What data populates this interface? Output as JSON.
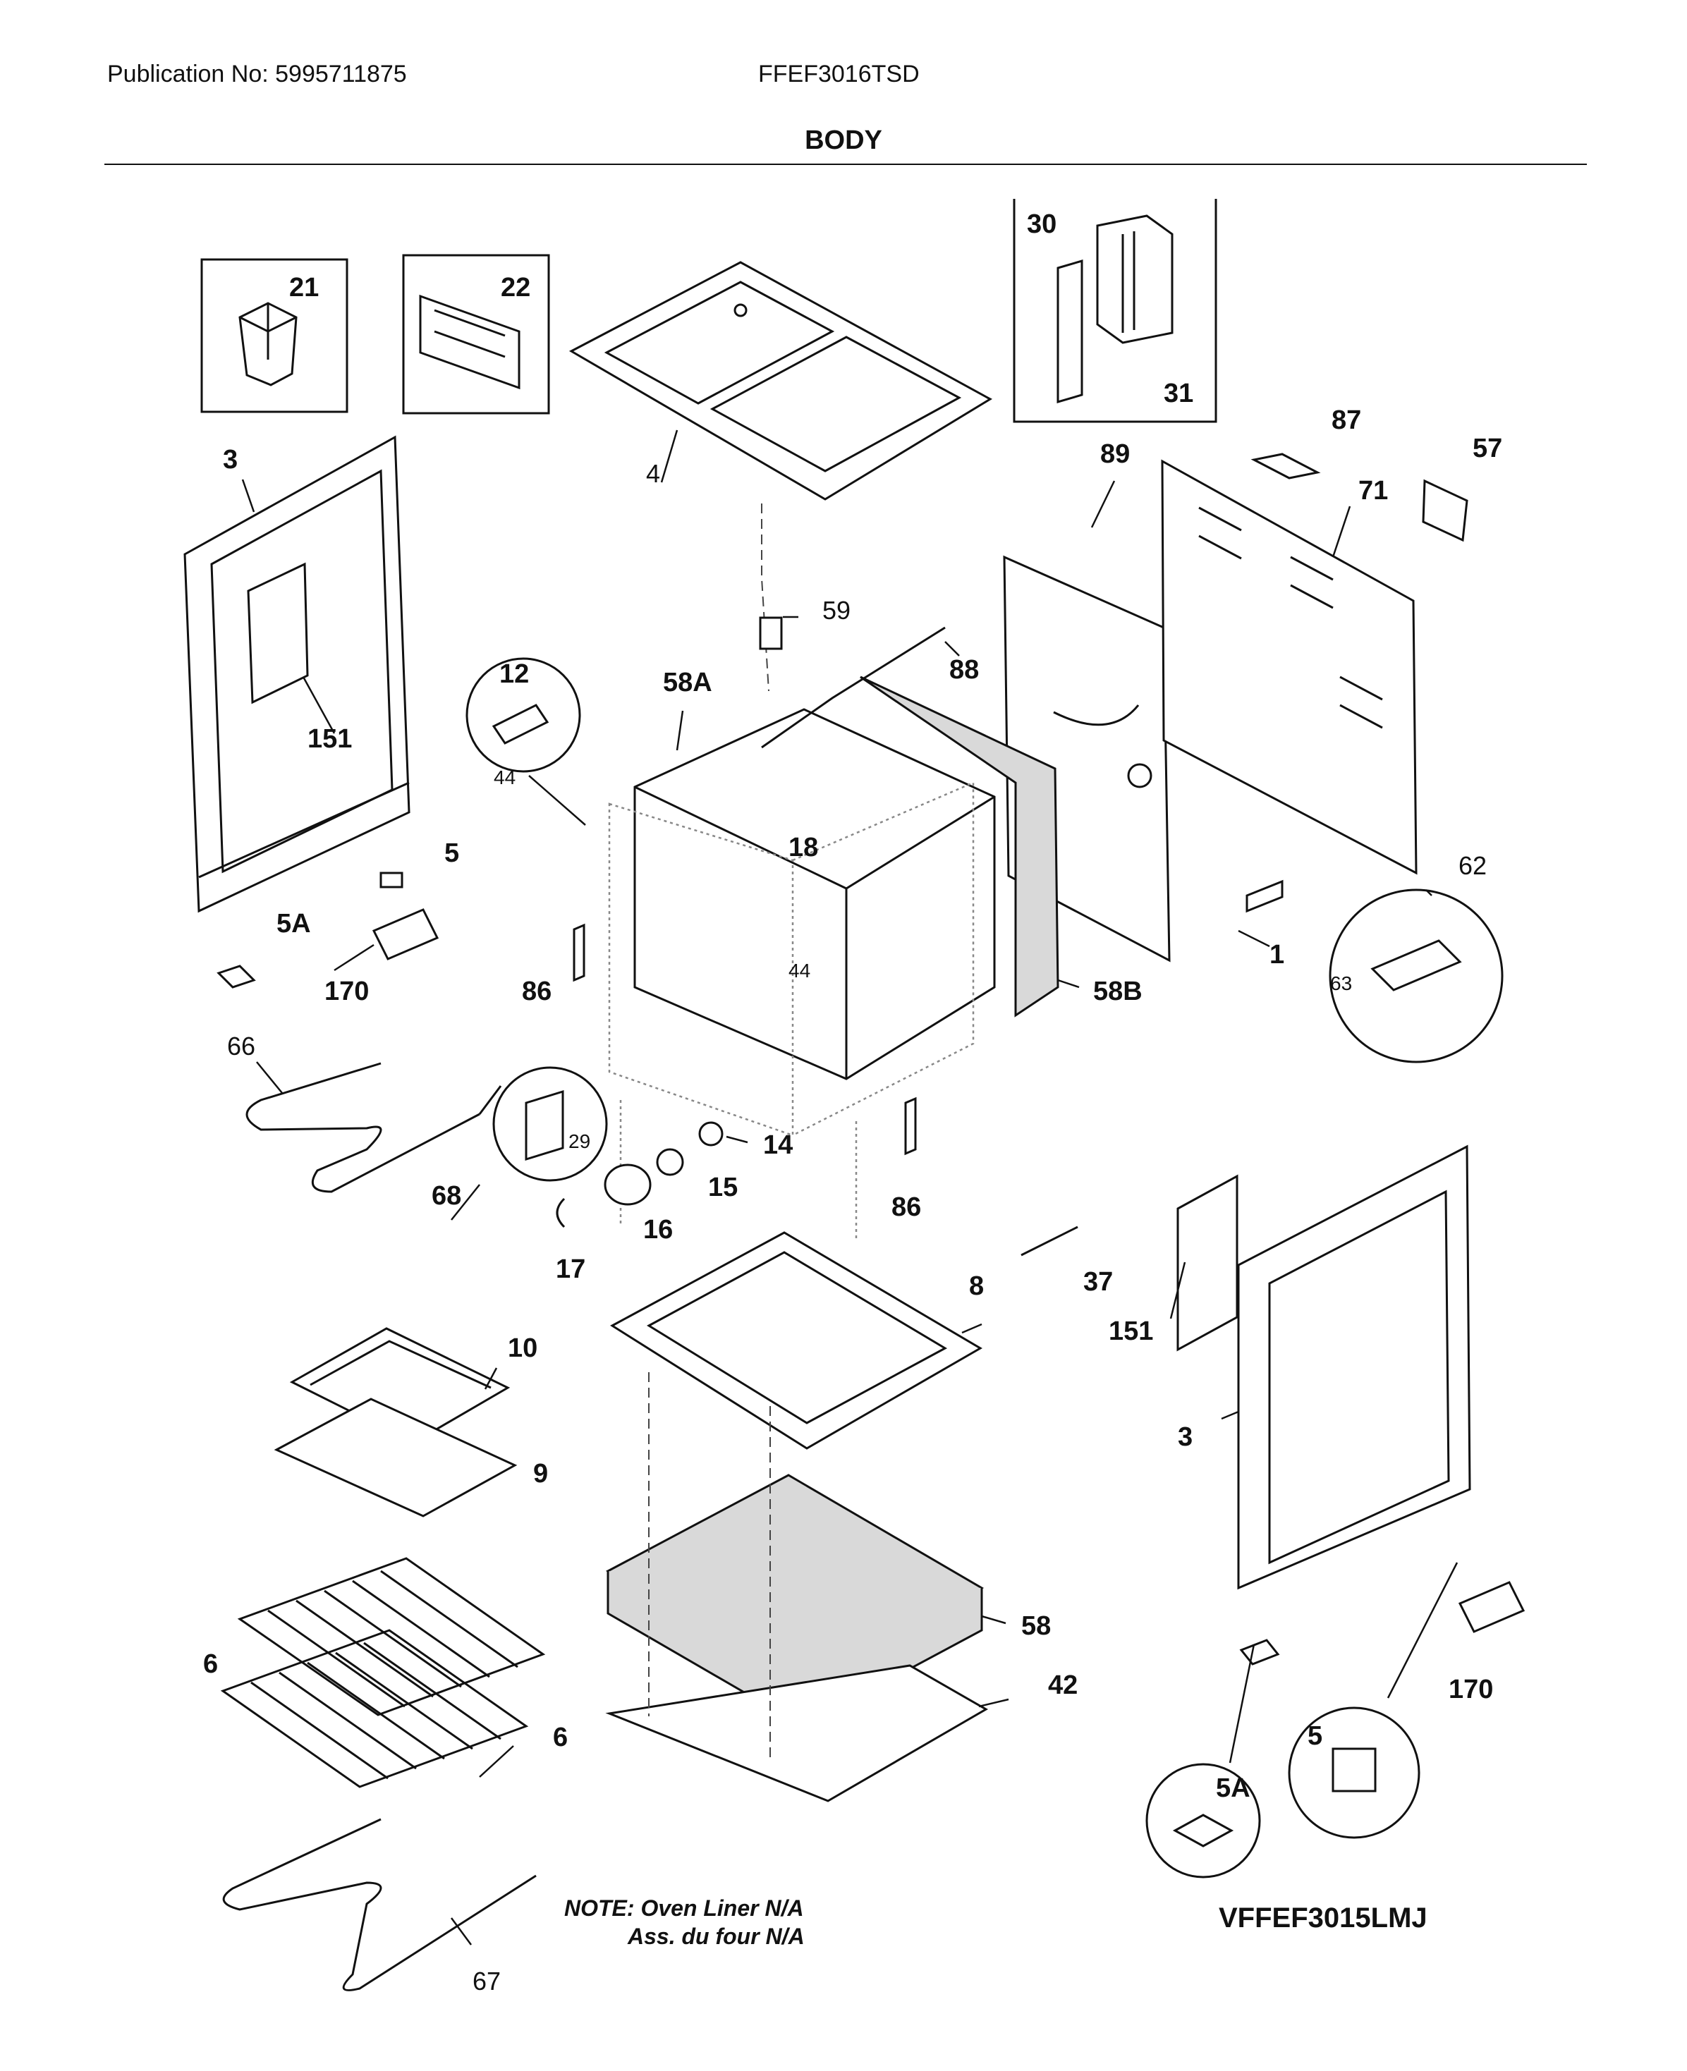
{
  "header": {
    "publication": "Publication No: 5995711875",
    "model": "FFEF3016TSD",
    "title": "BODY"
  },
  "notes": {
    "line1": "NOTE: Oven Liner N/A",
    "line2": "Ass. du four N/A"
  },
  "figure_id": "VFFEF3015LMJ",
  "callouts": [
    {
      "id": "c21",
      "label": "21"
    },
    {
      "id": "c22",
      "label": "22"
    },
    {
      "id": "c30",
      "label": "30"
    },
    {
      "id": "c31",
      "label": "31"
    },
    {
      "id": "c3a",
      "label": "3"
    },
    {
      "id": "c4",
      "label": "4"
    },
    {
      "id": "c87",
      "label": "87"
    },
    {
      "id": "c57",
      "label": "57"
    },
    {
      "id": "c89",
      "label": "89"
    },
    {
      "id": "c71",
      "label": "71"
    },
    {
      "id": "c59",
      "label": "59"
    },
    {
      "id": "c12",
      "label": "12"
    },
    {
      "id": "c58A",
      "label": "58A"
    },
    {
      "id": "c88",
      "label": "88"
    },
    {
      "id": "c151a",
      "label": "151"
    },
    {
      "id": "c44a",
      "label": "44"
    },
    {
      "id": "c18",
      "label": "18"
    },
    {
      "id": "c5a",
      "label": "5"
    },
    {
      "id": "c62",
      "label": "62"
    },
    {
      "id": "c5Aa",
      "label": "5A"
    },
    {
      "id": "c1",
      "label": "1"
    },
    {
      "id": "c170a",
      "label": "170"
    },
    {
      "id": "c86a",
      "label": "86"
    },
    {
      "id": "c44b",
      "label": "44"
    },
    {
      "id": "c58B",
      "label": "58B"
    },
    {
      "id": "c63",
      "label": "63"
    },
    {
      "id": "c66",
      "label": "66"
    },
    {
      "id": "c29",
      "label": "29"
    },
    {
      "id": "c14",
      "label": "14"
    },
    {
      "id": "c68",
      "label": "68"
    },
    {
      "id": "c15",
      "label": "15"
    },
    {
      "id": "c16",
      "label": "16"
    },
    {
      "id": "c86b",
      "label": "86"
    },
    {
      "id": "c17",
      "label": "17"
    },
    {
      "id": "c37",
      "label": "37"
    },
    {
      "id": "c8",
      "label": "8"
    },
    {
      "id": "c151b",
      "label": "151"
    },
    {
      "id": "c10",
      "label": "10"
    },
    {
      "id": "c3b",
      "label": "3"
    },
    {
      "id": "c9",
      "label": "9"
    },
    {
      "id": "c58",
      "label": "58"
    },
    {
      "id": "c6a",
      "label": "6"
    },
    {
      "id": "c42",
      "label": "42"
    },
    {
      "id": "c170b",
      "label": "170"
    },
    {
      "id": "c5b",
      "label": "5"
    },
    {
      "id": "c6b",
      "label": "6"
    },
    {
      "id": "c5Ab",
      "label": "5A"
    },
    {
      "id": "c67",
      "label": "67"
    }
  ]
}
